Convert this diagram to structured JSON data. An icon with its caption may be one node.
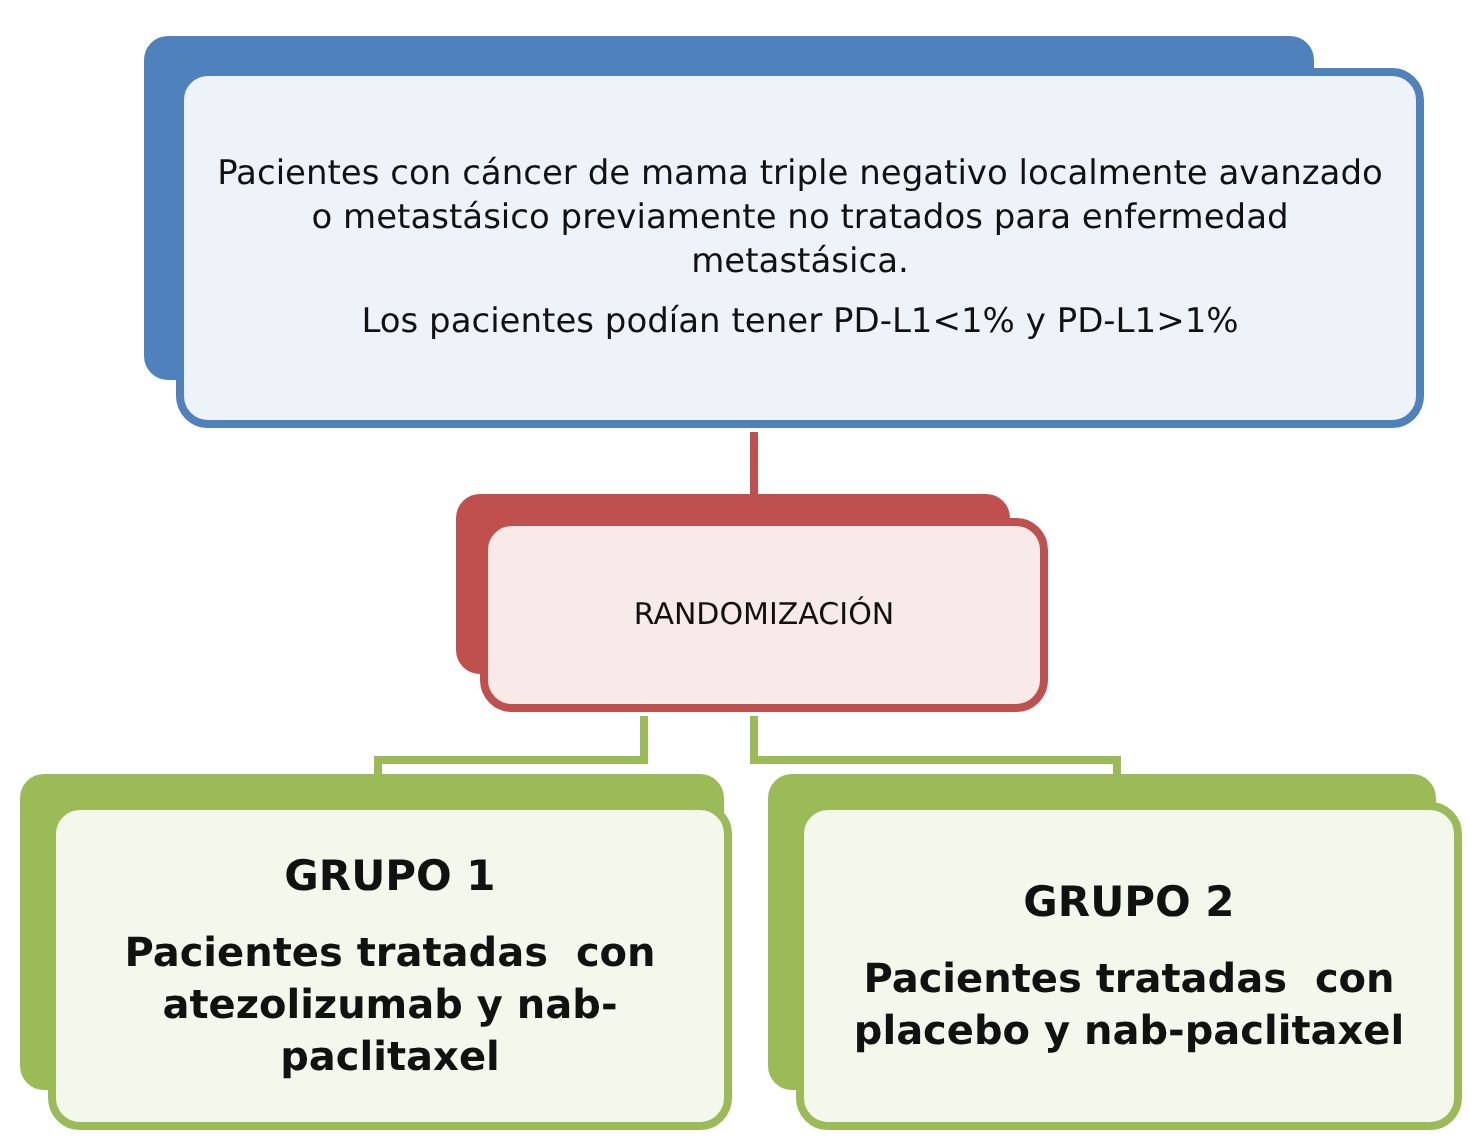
{
  "diagram": {
    "nodes": [
      {
        "text": [
          "Pacientes con cáncer de mama triple negativo localmente avanzado o metastásico previamente no tratados para enfermedad metastásica.",
          "Los pacientes podían tener PD-L1<1% y PD-L1>1%"
        ]
      },
      {
        "text": [
          "RANDOMIZACIÓN"
        ]
      },
      {
        "text": [
          "GRUPO 1",
          "Pacientes tratadas  con atezolizumab y nab-paclitaxel"
        ]
      },
      {
        "text": [
          "GRUPO 2",
          "Pacientes tratadas  con placebo y nab-paclitaxel"
        ]
      }
    ],
    "edges": [
      {
        "from": 0,
        "to": 1,
        "arrow": "none",
        "color": "#c0504d"
      },
      {
        "from": 1,
        "to": 2,
        "arrow": "none"
      },
      {
        "from": 1,
        "to": 3,
        "arrow": "none"
      }
    ]
  }
}
